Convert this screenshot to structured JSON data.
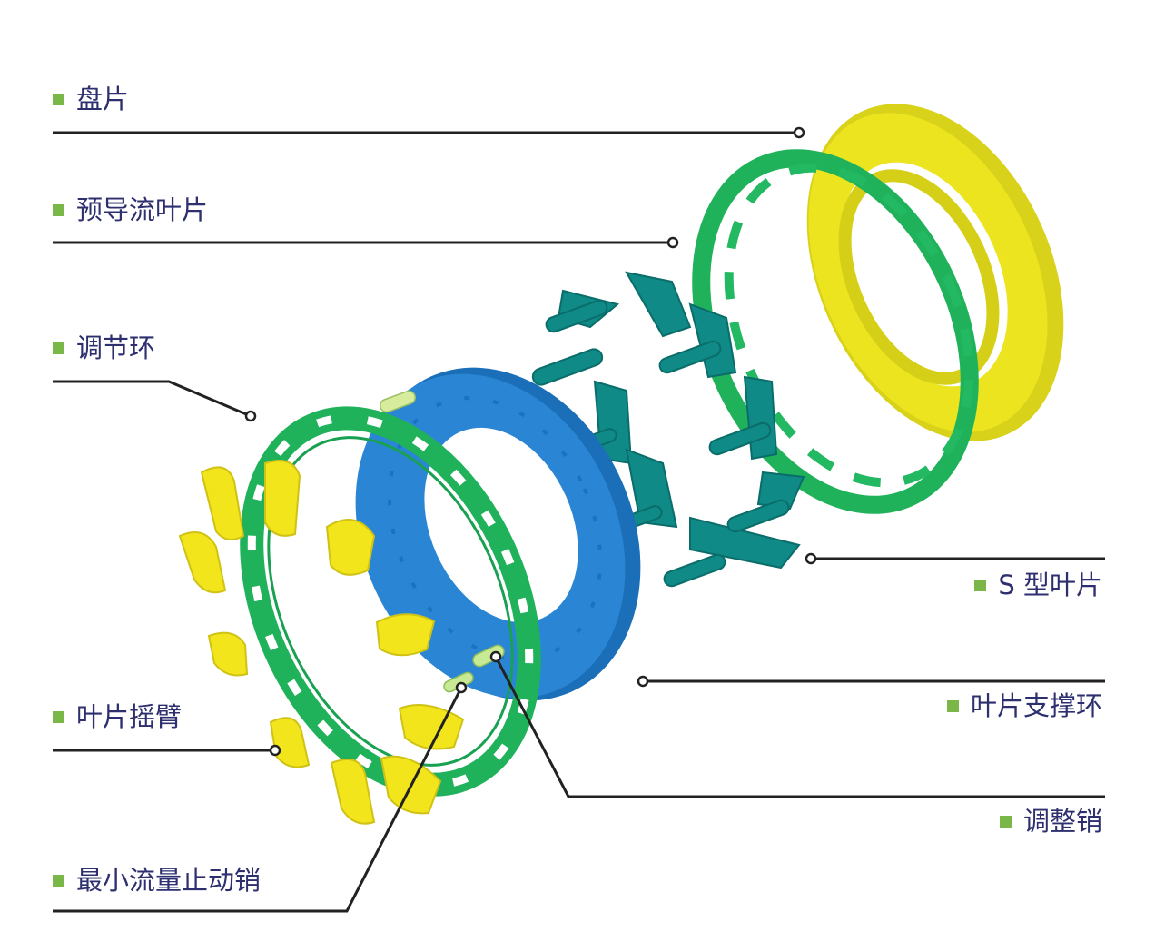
{
  "colors": {
    "text": "#2d2f6e",
    "bullet": "#7ab648",
    "leader": "#222222",
    "disc_yellow": "#e8e11e",
    "ring_green": "#1fb25a",
    "vane_teal": "#0f8a86",
    "support_blue": "#1f78c8",
    "arm_yellow": "#f3e51c",
    "pin_lightgreen": "#b9e48a"
  },
  "labels": [
    {
      "id": "disc",
      "text": "盘片"
    },
    {
      "id": "pre-guide-vane",
      "text": "预导流叶片"
    },
    {
      "id": "adjusting-ring",
      "text": "调节环"
    },
    {
      "id": "vane-rocker-arm",
      "text": "叶片摇臂"
    },
    {
      "id": "min-flow-stop-pin",
      "text": "最小流量止动销"
    },
    {
      "id": "s-type-vane",
      "text": "S 型叶片"
    },
    {
      "id": "vane-support-ring",
      "text": "叶片支撑环"
    },
    {
      "id": "adjusting-pin",
      "text": "调整销"
    }
  ]
}
